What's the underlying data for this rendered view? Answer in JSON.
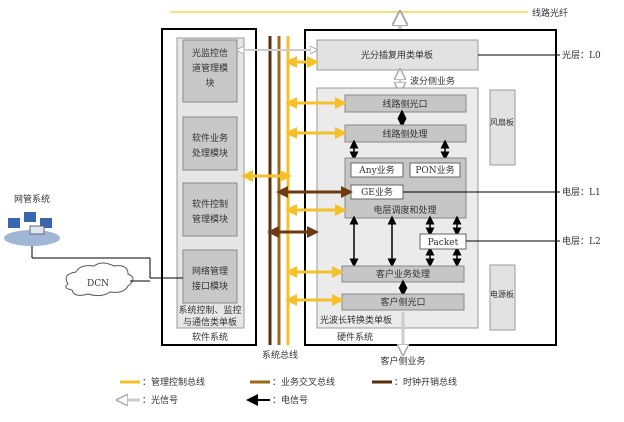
{
  "fiber_label": "线路光纤",
  "software": {
    "title": "软件系统",
    "board": "系统控制、监控与通信类单板",
    "board_lines": [
      "系统控制、监控",
      "与通信类单板"
    ],
    "modules": [
      {
        "lines": [
          "光监控信",
          "道管理模",
          "块"
        ]
      },
      {
        "lines": [
          "软件业务",
          "处理模块"
        ]
      },
      {
        "lines": [
          "软件控制",
          "管理模块"
        ]
      },
      {
        "lines": [
          "网络管理",
          "接口模块"
        ]
      }
    ]
  },
  "bus_label": "系统总线",
  "hardware": {
    "title": "硬件系统",
    "oadm_board": "光分插复用类单板",
    "wdm_service": "波分侧业务",
    "line_port": "线路侧光口",
    "line_proc": "线路侧处理",
    "any_service": "Any业务",
    "pon_service": "PON业务",
    "ge_service": "GE业务",
    "elec_proc": "电层调度和处理",
    "packet": "Packet",
    "client_proc": "客户业务处理",
    "client_port": "客户侧光口",
    "otu_board": "光波长转换类单板",
    "fan": "风扇板",
    "power": "电源板",
    "client_service": "客户侧业务"
  },
  "layers": {
    "l0": "光层：L0",
    "l1": "电层：L1",
    "l2": "电层：L2"
  },
  "nms": {
    "label": "网管系统",
    "dcn": "DCN"
  },
  "legend": [
    {
      "label": "：管理控制总线",
      "color": "#f5c02a"
    },
    {
      "label": "：业务交叉总线",
      "color": "#9a6a1a"
    },
    {
      "label": "：时钟开销总线",
      "color": "#5a2e0c"
    },
    {
      "label": "：光信号",
      "color": "#ffffff"
    },
    {
      "label": "：电信号",
      "color": "#000000"
    }
  ]
}
